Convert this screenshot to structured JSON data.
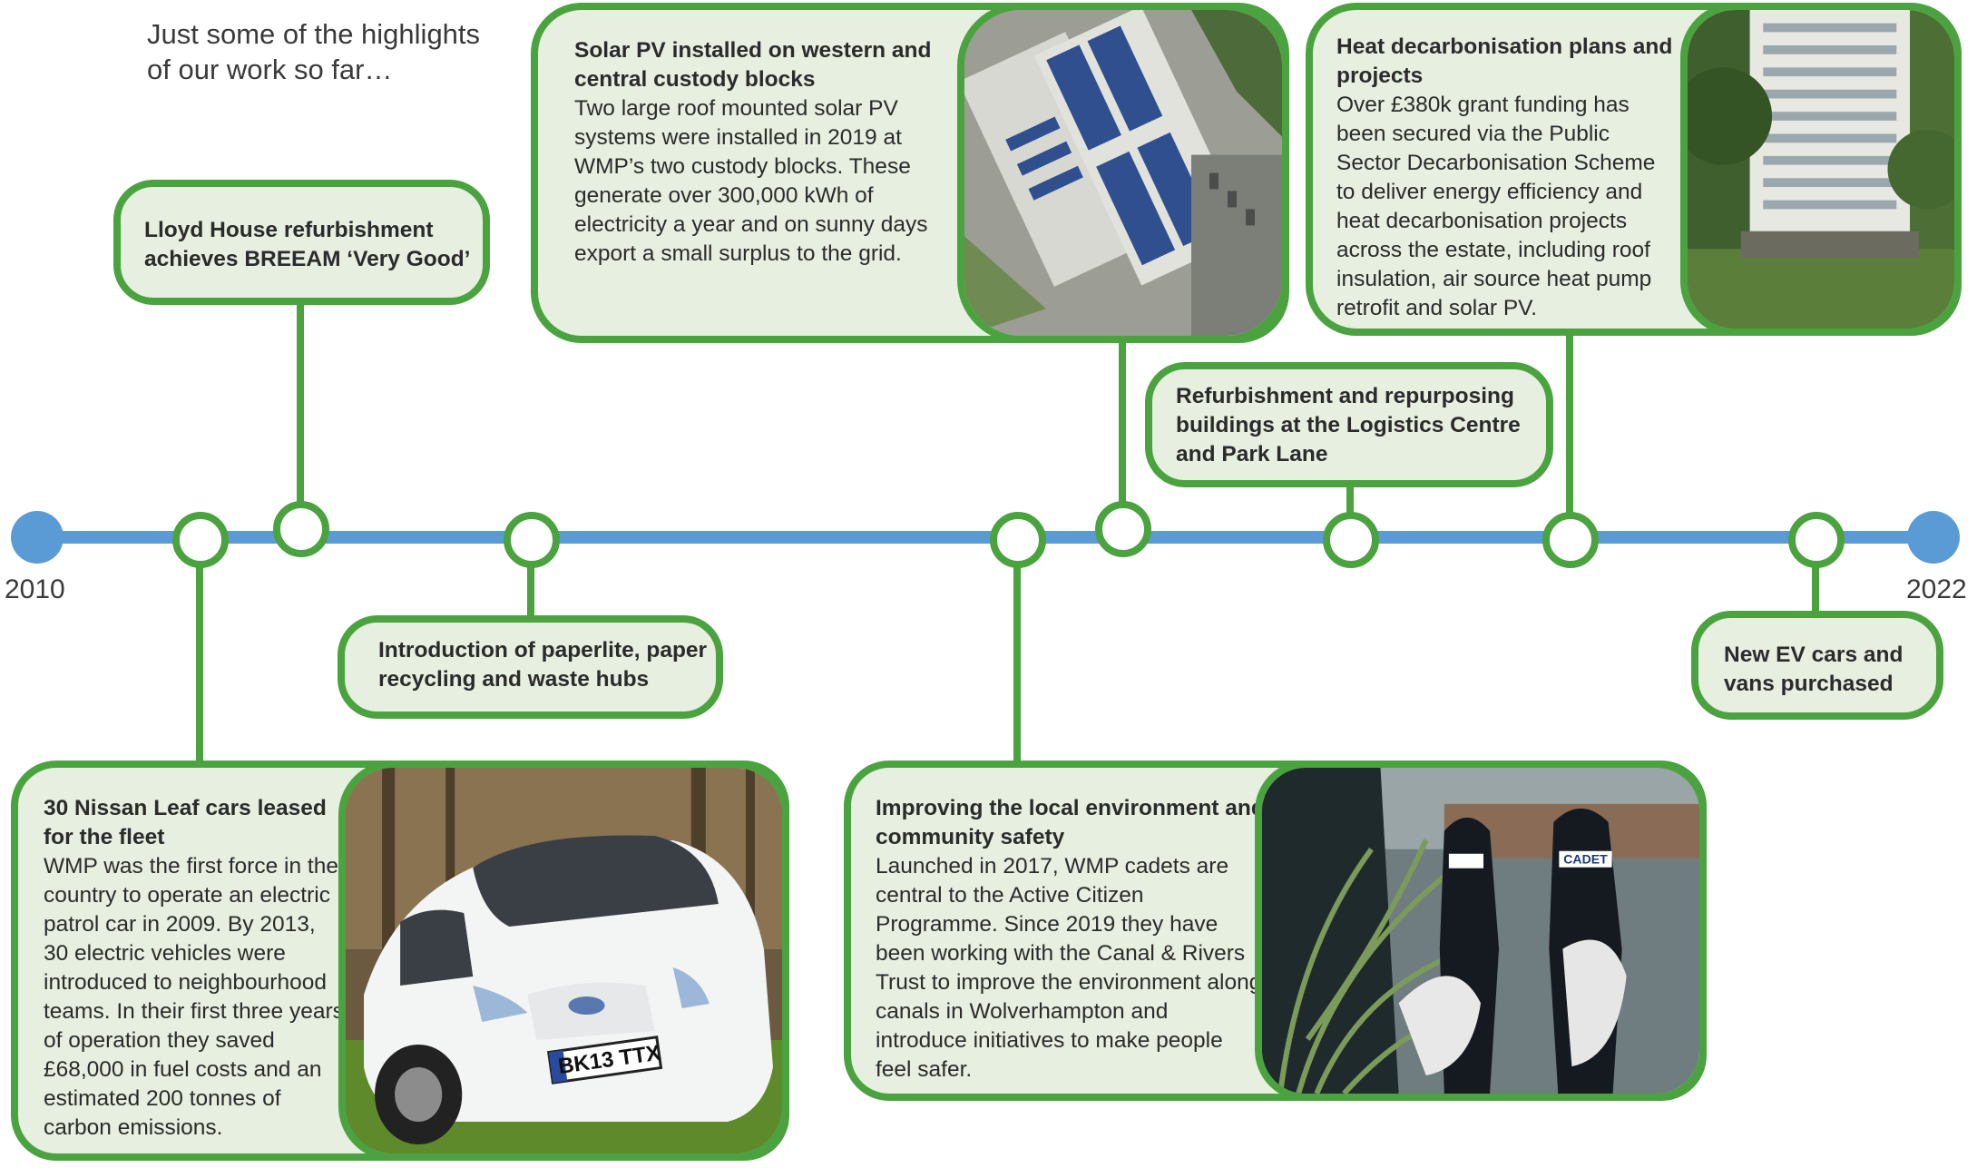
{
  "intro": {
    "line1": "Just some of the highlights",
    "line2": "of our work so far…"
  },
  "axis": {
    "start_year": "2010",
    "end_year": "2022",
    "color": "#5b9bd5"
  },
  "colors": {
    "accent_green": "#4aa33e",
    "box_fill": "#e6efe0"
  },
  "milestones": {
    "lloyd_house": {
      "title_1": "Lloyd House refurbishment",
      "title_2": "achieves BREEAM ‘Very Good’"
    },
    "solar_pv": {
      "title_1": "Solar PV installed on western and",
      "title_2": "central custody blocks",
      "body": [
        "Two large roof mounted solar PV",
        "systems were installed in 2019 at",
        "WMP’s two custody blocks. These",
        "generate over 300,000 kWh of",
        "electricity a year and on sunny days",
        "export a small surplus to the grid."
      ]
    },
    "heat_decarb": {
      "title_1": "Heat decarbonisation plans and",
      "title_2": "projects",
      "body": [
        "Over £380k grant funding has",
        "been secured via the Public",
        "Sector Decarbonisation Scheme",
        "to deliver energy efficiency and",
        "heat decarbonisation projects",
        "across the estate, including roof",
        "insulation, air source heat pump",
        "retrofit and solar PV."
      ]
    },
    "logistics": {
      "title_1": "Refurbishment and repurposing",
      "title_2": "buildings at the Logistics Centre",
      "title_3": "and Park Lane"
    },
    "paperlite": {
      "title_1": "Introduction of paperlite, paper",
      "title_2": "recycling and waste hubs"
    },
    "ev_cars": {
      "title_1": "New EV cars and",
      "title_2": "vans purchased"
    },
    "nissan_leaf": {
      "title_1": "30 Nissan Leaf cars leased",
      "title_2": "for the fleet",
      "body": [
        "WMP was the first force in the",
        "country to operate an electric",
        "patrol car in 2009.  By 2013,",
        "30 electric vehicles were",
        "introduced to neighbourhood",
        "teams. In their first three years",
        "of operation they saved",
        "£68,000 in fuel costs and an",
        "estimated 200 tonnes of",
        "carbon emissions."
      ],
      "plate": "BK13 TTX"
    },
    "local_env": {
      "title_1": "Improving the local environment and",
      "title_2": "community safety",
      "body": [
        "Launched in 2017, WMP cadets are",
        "central to the Active Citizen",
        "Programme. Since 2019 they have",
        "been working with the Canal & Rivers",
        "Trust to improve the environment along",
        "canals in Wolverhampton and",
        "introduce initiatives to make people",
        "feel safer."
      ],
      "badge": "CADET"
    }
  }
}
